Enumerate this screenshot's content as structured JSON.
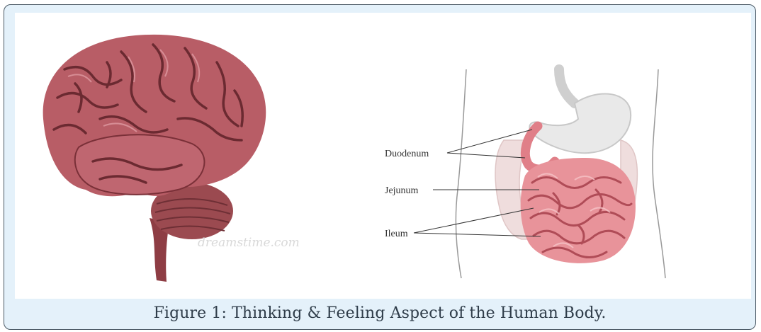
{
  "figure": {
    "caption": "Figure 1: Thinking & Feeling Aspect of the Human Body.",
    "left_image": {
      "subject": "brain",
      "watermark": "dreamstime.com"
    },
    "right_image": {
      "subject": "small-intestine",
      "labels": [
        "Duodenum",
        "Jejunum",
        "Ileum"
      ]
    }
  },
  "colors": {
    "figure_background": "#e4f1fa",
    "border": "#4a5864",
    "caption_text": "#2f3d4a",
    "brain": "#b85d66",
    "intestine": "#e07f88",
    "stomach": "#e9e9e9"
  }
}
